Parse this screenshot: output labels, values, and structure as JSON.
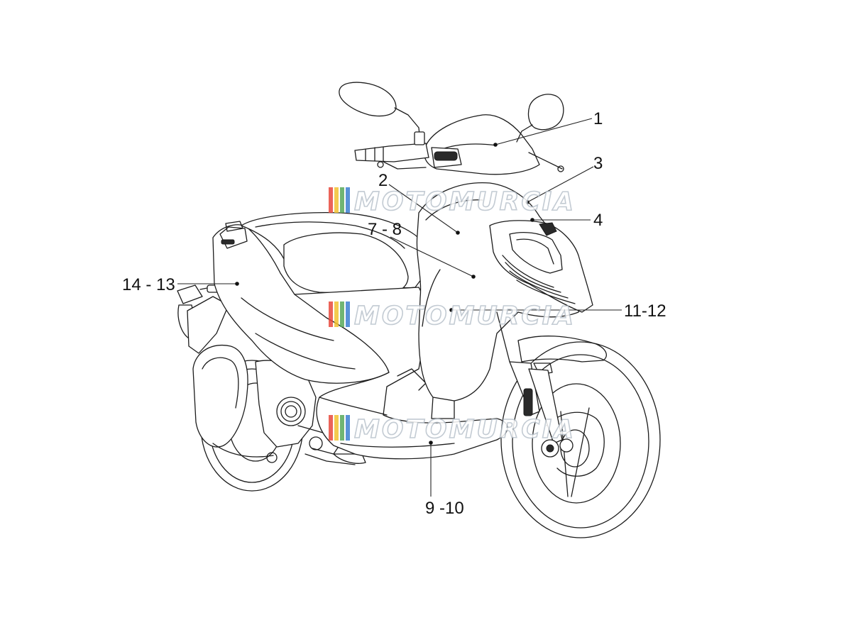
{
  "callouts": [
    {
      "id": "1",
      "text": "1"
    },
    {
      "id": "2",
      "text": "2"
    },
    {
      "id": "3",
      "text": "3"
    },
    {
      "id": "4",
      "text": "4"
    },
    {
      "id": "7-8",
      "text": "7 - 8"
    },
    {
      "id": "14-13",
      "text": "14 - 13"
    },
    {
      "id": "11-12",
      "text": "11-12"
    },
    {
      "id": "9-10",
      "text": "9 -10"
    }
  ],
  "watermark": {
    "text": "MOTOMURCIA",
    "stripe_colors": [
      "#e8483c",
      "#f2c230",
      "#58a85a",
      "#3b7fd1"
    ]
  }
}
